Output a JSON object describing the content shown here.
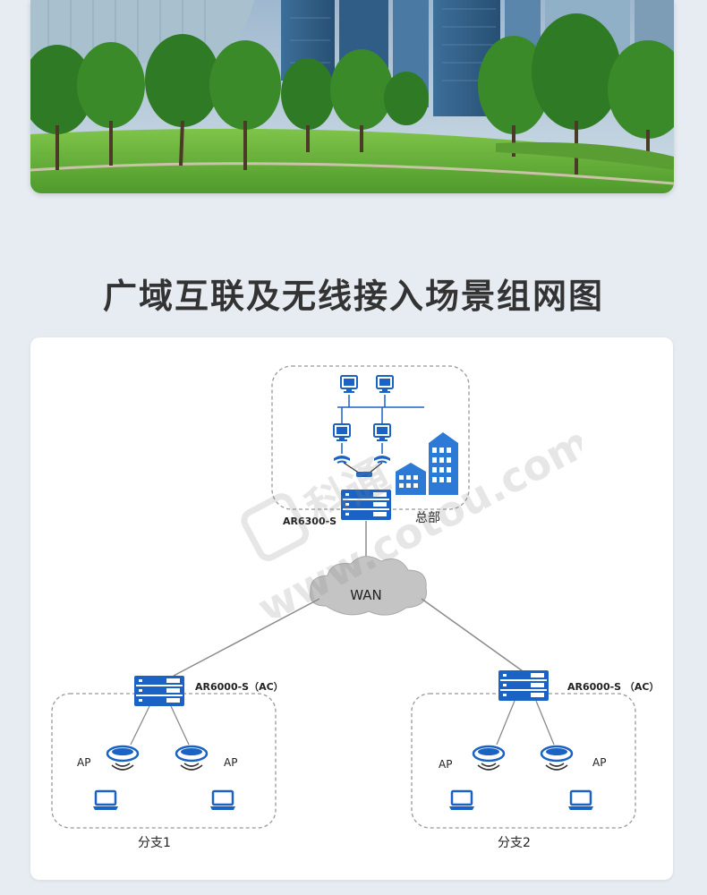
{
  "section_title": "广域互联及无线接入场景组网图",
  "diagram": {
    "hq_router_label": "AR6300-S",
    "hq_label": "总部",
    "wan_label": "WAN",
    "branch1_router_label": "AR6000-S（AC）",
    "branch2_router_label": "AR6000-S （AC）",
    "ap_label": "AP",
    "branch1_label": "分支1",
    "branch2_label": "分支2"
  },
  "watermark": {
    "text": "www.cotou.com",
    "brand": "科通"
  },
  "colors": {
    "device_blue": "#1a63c4",
    "building_blue": "#2d7ad6",
    "line_gray": "#8a8a8a",
    "cloud_gray": "#bdbdbd"
  }
}
